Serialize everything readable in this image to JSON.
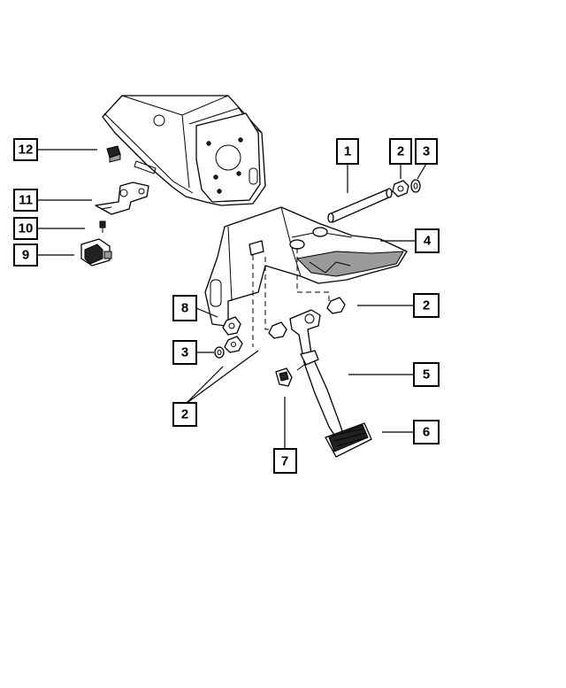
{
  "diagram": {
    "callouts": [
      {
        "id": "c1",
        "label": "1"
      },
      {
        "id": "c2a",
        "label": "2"
      },
      {
        "id": "c3a",
        "label": "3"
      },
      {
        "id": "c4",
        "label": "4"
      },
      {
        "id": "c2b",
        "label": "2"
      },
      {
        "id": "c5",
        "label": "5"
      },
      {
        "id": "c6",
        "label": "6"
      },
      {
        "id": "c7",
        "label": "7"
      },
      {
        "id": "c2c",
        "label": "2"
      },
      {
        "id": "c3b",
        "label": "3"
      },
      {
        "id": "c8",
        "label": "8"
      },
      {
        "id": "c9",
        "label": "9"
      },
      {
        "id": "c10",
        "label": "10"
      },
      {
        "id": "c11",
        "label": "11"
      },
      {
        "id": "c12",
        "label": "12"
      }
    ],
    "colors": {
      "line": "#000000",
      "background": "#ffffff",
      "shading": "#9a9a9a"
    }
  }
}
